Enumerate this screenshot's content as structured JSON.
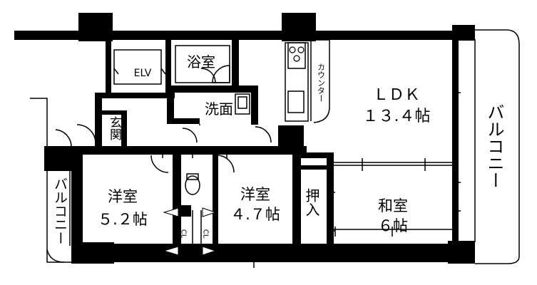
{
  "floor_plan": {
    "rooms": {
      "ldk": {
        "name": "ＬＤＫ",
        "size": "１３.４帖"
      },
      "western_left": {
        "name": "洋室",
        "size": "５.２帖"
      },
      "western_center": {
        "name": "洋室",
        "size": "４.７帖"
      },
      "japanese": {
        "name": "和室",
        "size": "６帖"
      },
      "bath": {
        "name": "浴室"
      },
      "washroom": {
        "name": "洗面"
      },
      "entrance": {
        "name": "玄関"
      },
      "closet": {
        "name": "押入"
      }
    },
    "balcony_right": "バルコニー",
    "balcony_left": "バルコニー",
    "counter": "カウンター",
    "elevator": "ELV",
    "cl_left": "CL",
    "cl_right": "CL"
  }
}
